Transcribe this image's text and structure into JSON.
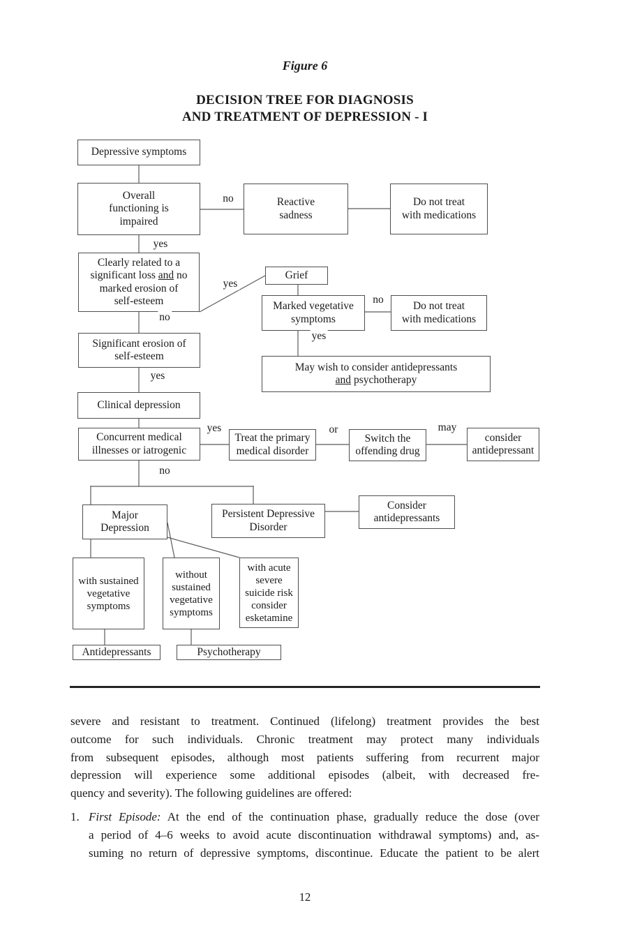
{
  "title": {
    "figure_label": "Figure 6",
    "heading1": "DECISION TREE FOR DIAGNOSIS",
    "heading2": "AND TREATMENT OF DEPRESSION - I"
  },
  "flowchart": {
    "boxes": {
      "depressive_symptoms": "Depressive symptoms",
      "overall_functioning": "Overall\nfunctioning is\nimpaired",
      "reactive_sadness": "Reactive\nsadness",
      "do_not_treat_top": "Do not treat\nwith medications",
      "clearly_related": {
        "l1": "Clearly related to a",
        "l2a": "significant loss ",
        "l2u": "and",
        "l2b": " no",
        "l3": "marked erosion of",
        "l4": "self-esteem"
      },
      "grief": "Grief",
      "marked_vegetative": "Marked vegetative\nsymptoms",
      "do_not_treat_mid": "Do not treat\nwith medications",
      "may_wish": {
        "l1": "May wish to consider antidepressants",
        "l2u": "and",
        "l2b": " psychotherapy"
      },
      "significant_erosion": "Significant erosion of\nself-esteem",
      "clinical_depression": "Clinical depression",
      "concurrent_medical": "Concurrent medical\nillnesses or iatrogenic",
      "treat_primary": "Treat the primary\nmedical disorder",
      "switch_drug": "Switch the\noffending drug",
      "consider_antidepressant": "consider\nantidepressant",
      "major_depression": "Major\nDepression",
      "persistent_depressive": "Persistent Depressive\nDisorder",
      "consider_antidepressants": "Consider\nantidepressants",
      "with_sustained": "with sustained\nvegetative\nsymptoms",
      "without_sustained": "without\nsustained\nvegetative\nsymptoms",
      "with_acute": "with acute\nsevere\nsuicide risk\nconsider\nesketamine",
      "antidepressants": "Antidepressants",
      "psychotherapy": "Psychotherapy"
    },
    "edge_labels": {
      "no_functioning": "no",
      "yes_functioning": "yes",
      "yes_grief": "yes",
      "no_loss": "no",
      "no_vegetative": "no",
      "yes_vegetative": "yes",
      "yes_erosion": "yes",
      "yes_concurrent": "yes",
      "or_treat": "or",
      "may_switch": "may",
      "no_concurrent": "no"
    }
  },
  "body": {
    "paragraph_lines": [
      "severe and resistant to treatment. Continued (lifelong) treatment provides the best",
      "outcome for such individuals. Chronic treatment may protect many individuals",
      "from subsequent episodes, although most patients suffering from recurrent major",
      "depression will experience some additional episodes (albeit, with decreased fre-",
      "quency and severity). The following guidelines are offered:"
    ],
    "list_item": {
      "number": "1.",
      "lead": "First Episode:",
      "line1": "At the end of the continuation phase, gradually reduce the dose (over",
      "line2": "a period of 4–6 weeks to avoid acute discontinuation withdrawal symptoms) and, as-",
      "line3": "suming no return of depressive symptoms, discontinue. Educate the patient to be alert"
    }
  },
  "footer": {
    "page_number": "12"
  },
  "colors": {
    "text": "#1b1b1b",
    "box_border": "#4e4e4e",
    "connector": "#5a5a5a",
    "rule": "#242424",
    "background": "#ffffff"
  }
}
